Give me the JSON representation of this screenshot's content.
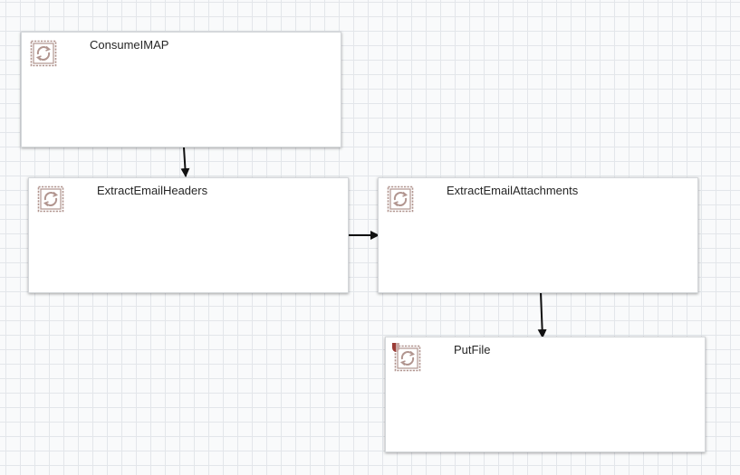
{
  "canvas": {
    "grid_color": "#e3e6ea",
    "background_color": "#f9fafb"
  },
  "processors": [
    {
      "id": "consume-imap",
      "name": "ConsumeIMAP",
      "icon": "processor-icon",
      "stopped": false
    },
    {
      "id": "extract-email-headers",
      "name": "ExtractEmailHeaders",
      "icon": "processor-icon",
      "stopped": false
    },
    {
      "id": "extract-email-attachments",
      "name": "ExtractEmailAttachments",
      "icon": "processor-icon",
      "stopped": false
    },
    {
      "id": "put-file",
      "name": "PutFile",
      "icon": "processor-icon",
      "stopped": true
    }
  ],
  "connections": [
    {
      "from": "ConsumeIMAP",
      "to": "ExtractEmailHeaders"
    },
    {
      "from": "ExtractEmailHeaders",
      "to": "ExtractEmailAttachments"
    },
    {
      "from": "ExtractEmailAttachments",
      "to": "PutFile"
    }
  ],
  "colors": {
    "icon_stroke": "#b1958f",
    "stopped_indicator": "#9b3b36",
    "connection": "#111111"
  }
}
